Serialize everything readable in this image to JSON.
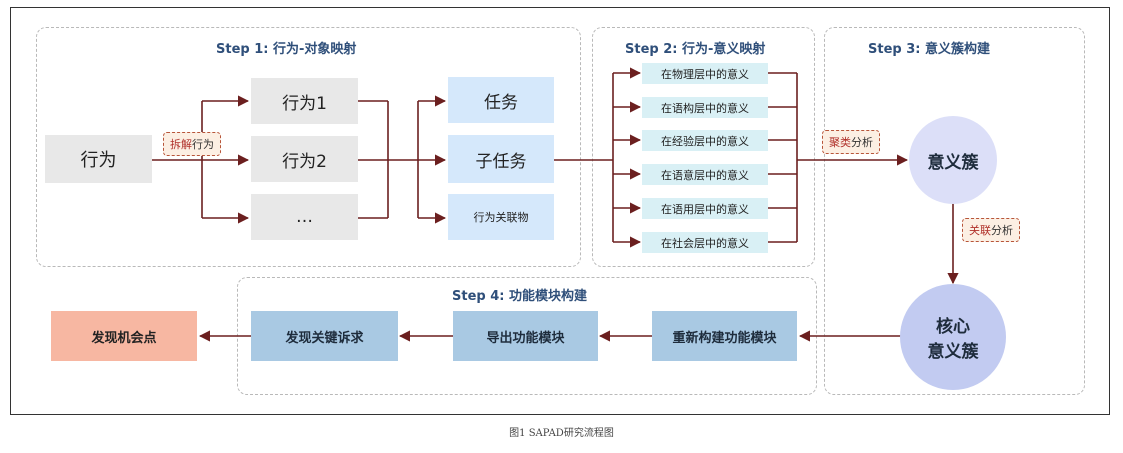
{
  "steps": {
    "step1": "Step 1: 行为-对象映射",
    "step2": "Step 2: 行为-意义映射",
    "step3": "Step 3: 意义簇构建",
    "step4": "Step 4: 功能模块构建"
  },
  "step1": {
    "behavior": "行为",
    "split_tag": {
      "highlight": "拆解",
      "rest": "行为"
    },
    "behaviors": [
      "行为1",
      "行为2",
      "…"
    ],
    "objects": [
      "任务",
      "子任务",
      "行为关联物"
    ]
  },
  "step2": {
    "meanings": [
      "在物理层中的意义",
      "在语构层中的意义",
      "在经验层中的意义",
      "在语意层中的意义",
      "在语用层中的意义",
      "在社会层中的意义"
    ]
  },
  "step3": {
    "cluster_tag": {
      "highlight": "聚类",
      "rest": "分析"
    },
    "cluster": "意义簇",
    "relate_tag": {
      "highlight": "关联",
      "rest": "分析"
    },
    "core_line1": "核心",
    "core_line2": "意义簇"
  },
  "step4": {
    "rebuild": "重新构建功能模块",
    "export": "导出功能模块",
    "demands": "发现关键诉求",
    "opportunity": "发现机会点"
  },
  "caption": "图1 SAPAD研究流程图",
  "colors": {
    "arrow": "#6b1f1f",
    "panel_border": "#b9b9b9",
    "title": "#2f4f7a"
  }
}
